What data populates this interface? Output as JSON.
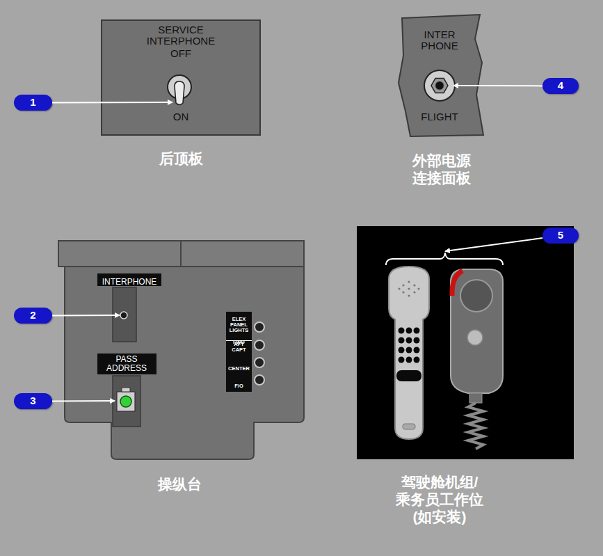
{
  "diagram": {
    "nodes": [
      {
        "text": [
          "SERVICE INTERPHONE",
          "OFF",
          "ON",
          "后顶板"
        ]
      },
      {
        "text": [
          "1"
        ]
      },
      {
        "text": [
          "INTER PHONE",
          "FLIGHT",
          "外部电源 连接面板"
        ]
      },
      {
        "text": [
          "4"
        ]
      },
      {
        "text": [
          "操纵台"
        ]
      },
      {
        "text": [
          "INTERPHONE"
        ],
        "in": 4
      },
      {
        "text": [
          "PASS ADDRESS"
        ],
        "in": 4
      },
      {
        "text": [
          "ELEX PANEL LIGHTS",
          "FWD",
          "AFT CAPT",
          "CENTER",
          "F/O"
        ],
        "in": 4
      },
      {
        "text": [
          "2"
        ]
      },
      {
        "text": [
          "3"
        ]
      },
      {
        "text": [
          "驾驶舱机组/ 乘务员工作位 (如安装)"
        ]
      },
      {
        "text": [
          "5"
        ]
      }
    ],
    "edges": [
      {
        "from": 1,
        "to": 0,
        "arrow": "to"
      },
      {
        "from": 3,
        "to": 2,
        "arrow": "to"
      },
      {
        "from": 8,
        "to": 5,
        "arrow": "to"
      },
      {
        "from": 9,
        "to": 6,
        "arrow": "to"
      },
      {
        "from": 11,
        "to": 10,
        "arrow": "to"
      }
    ]
  }
}
